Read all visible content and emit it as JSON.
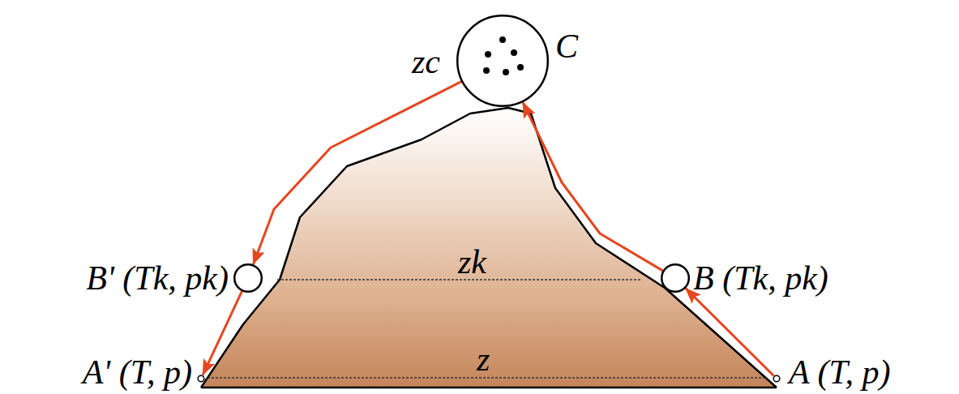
{
  "diagram": {
    "nodes": [
      {
        "text": [
          "C"
        ]
      },
      {
        "text": [
          "B' (Tk, pk)"
        ]
      },
      {
        "text": [
          "B (Tk, pk)"
        ]
      },
      {
        "text": [
          "A' (T, p)"
        ]
      },
      {
        "text": [
          "A (T, p)"
        ]
      }
    ],
    "edges": [
      {
        "from": 4,
        "to": 2,
        "arrow": "to"
      },
      {
        "from": 2,
        "to": 0,
        "arrow": "to"
      },
      {
        "from": 0,
        "to": 1,
        "arrow": "to"
      },
      {
        "from": 1,
        "to": 3,
        "arrow": "to"
      }
    ],
    "labels": [
      "zc",
      "zk",
      "z"
    ]
  }
}
